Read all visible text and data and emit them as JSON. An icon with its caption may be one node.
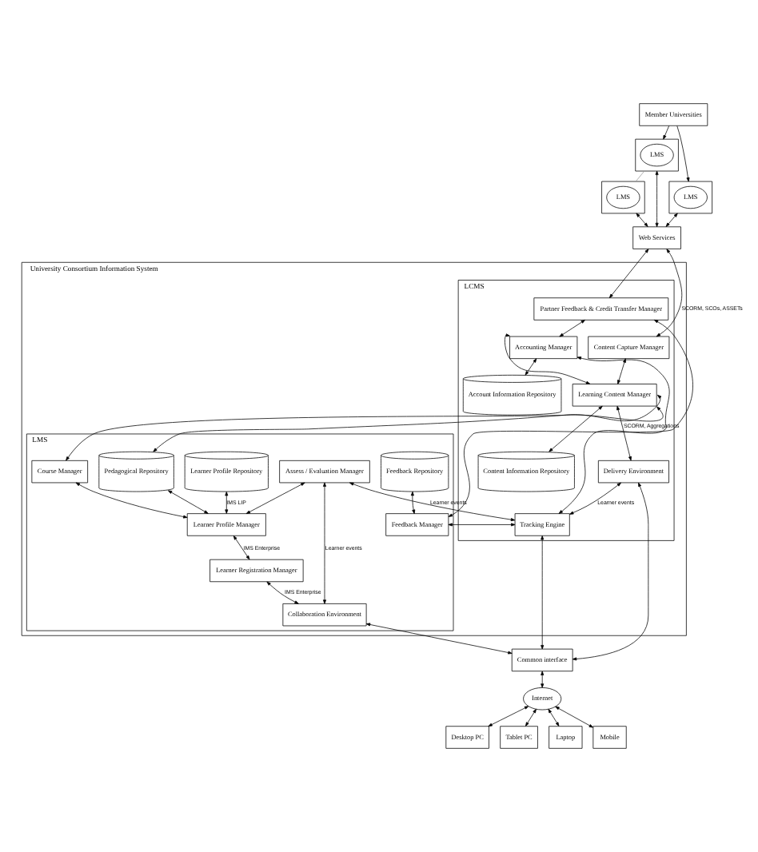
{
  "diagram": {
    "nodes": [
      {
        "text": [
          "Member Universities"
        ]
      },
      {
        "text": [],
        "shape": "box"
      },
      {
        "text": [
          "LMS"
        ],
        "in": 1
      },
      {
        "text": [],
        "shape": "box"
      },
      {
        "text": [
          "LMS"
        ],
        "in": 3
      },
      {
        "text": [],
        "shape": "box"
      },
      {
        "text": [
          "LMS"
        ],
        "in": 5
      },
      {
        "text": [
          "Web Services"
        ]
      },
      {
        "text": [
          "University Consortium Information System"
        ]
      },
      {
        "text": [
          "LCMS"
        ],
        "in": 8
      },
      {
        "text": [
          "Content Capture Manager"
        ],
        "in": 9
      },
      {
        "text": [
          "Partner Feedback & Credit Transfer Manager"
        ],
        "in": 9
      },
      {
        "text": [
          "Accounting Manager"
        ],
        "in": 9
      },
      {
        "text": [
          "Account Information Repository"
        ],
        "in": 9
      },
      {
        "text": [
          "Learning Content Manager"
        ],
        "in": 9
      },
      {
        "text": [
          "Content Information Repository"
        ],
        "in": 9
      },
      {
        "text": [
          "Delivery Environment"
        ],
        "in": 9
      },
      {
        "text": [
          "Tracking Engine"
        ],
        "in": 9
      },
      {
        "text": [
          "LMS"
        ],
        "in": 8
      },
      {
        "text": [
          "Feedback Repository"
        ],
        "in": 18
      },
      {
        "text": [
          "Pedagogical Repository"
        ],
        "in": 18
      },
      {
        "text": [
          "Learner Profile Repository"
        ],
        "in": 18
      },
      {
        "text": [
          "Feedback Manager"
        ],
        "in": 18
      },
      {
        "text": [
          "Course Manager"
        ],
        "in": 18
      },
      {
        "text": [
          "Learner Profile Manager"
        ],
        "in": 18
      },
      {
        "text": [
          "Assess / Evaluation Manager"
        ],
        "in": 18
      },
      {
        "text": [
          "Learner Registration Manager"
        ],
        "in": 18
      },
      {
        "text": [
          "Collaboration Environment"
        ],
        "in": 18
      },
      {
        "text": [
          "Common interface"
        ]
      },
      {
        "text": [
          "Internet"
        ]
      },
      {
        "text": [
          "Desktop PC"
        ]
      },
      {
        "text": [
          "Tablet PC"
        ]
      },
      {
        "text": [
          "Laptop"
        ]
      },
      {
        "text": [
          "Mobile"
        ]
      }
    ],
    "edges": [
      {
        "from": 0,
        "to": 1,
        "arrow": "to"
      },
      {
        "from": 0,
        "to": 5,
        "arrow": "to"
      },
      {
        "from": 1,
        "to": 3,
        "arrow": "none",
        "color": "#999999"
      },
      {
        "from": 1,
        "to": 7,
        "arrow": "both"
      },
      {
        "from": 3,
        "to": 7,
        "arrow": "both"
      },
      {
        "from": 5,
        "to": 7,
        "arrow": "both"
      },
      {
        "from": 7,
        "to": 10,
        "arrow": "both",
        "label": "SCORM, SCOs, ASSETs"
      },
      {
        "from": 7,
        "to": 11,
        "arrow": "both"
      },
      {
        "from": 10,
        "to": 14,
        "arrow": "both"
      },
      {
        "from": 11,
        "to": 12,
        "arrow": "both"
      },
      {
        "from": 12,
        "to": 13,
        "arrow": "both"
      },
      {
        "from": 12,
        "to": 14,
        "arrow": "both"
      },
      {
        "from": 14,
        "to": 15,
        "arrow": "both"
      },
      {
        "from": 14,
        "to": 16,
        "arrow": "both",
        "label": "SCORM, Aggregations"
      },
      {
        "from": 16,
        "to": 17,
        "arrow": "both",
        "label": "Learner events"
      },
      {
        "from": 12,
        "to": 17,
        "arrow": "both"
      },
      {
        "from": 11,
        "to": 22,
        "arrow": "both"
      },
      {
        "from": 19,
        "to": 22,
        "arrow": "both"
      },
      {
        "from": 22,
        "to": 17,
        "arrow": "both"
      },
      {
        "from": 14,
        "to": 20,
        "arrow": "both"
      },
      {
        "from": 14,
        "to": 23,
        "arrow": "both"
      },
      {
        "from": 25,
        "to": 17,
        "arrow": "both",
        "label": "Learner events"
      },
      {
        "from": 25,
        "to": 27,
        "arrow": "both",
        "label": "Learner events"
      },
      {
        "from": 23,
        "to": 24,
        "arrow": "both"
      },
      {
        "from": 25,
        "to": 24,
        "arrow": "both"
      },
      {
        "from": 20,
        "to": 24,
        "arrow": "both"
      },
      {
        "from": 21,
        "to": 24,
        "arrow": "both",
        "label": "IMS LIP"
      },
      {
        "from": 24,
        "to": 26,
        "arrow": "both",
        "label": "IMS Enterprise"
      },
      {
        "from": 26,
        "to": 27,
        "arrow": "both",
        "label": "IMS Enterprise"
      },
      {
        "from": 16,
        "to": 28,
        "arrow": "both"
      },
      {
        "from": 17,
        "to": 28,
        "arrow": "both"
      },
      {
        "from": 27,
        "to": 28,
        "arrow": "both"
      },
      {
        "from": 28,
        "to": 29,
        "arrow": "both"
      },
      {
        "from": 29,
        "to": 30,
        "arrow": "both"
      },
      {
        "from": 29,
        "to": 31,
        "arrow": "both"
      },
      {
        "from": 29,
        "to": 32,
        "arrow": "both"
      },
      {
        "from": 29,
        "to": 33,
        "arrow": "both"
      }
    ]
  }
}
